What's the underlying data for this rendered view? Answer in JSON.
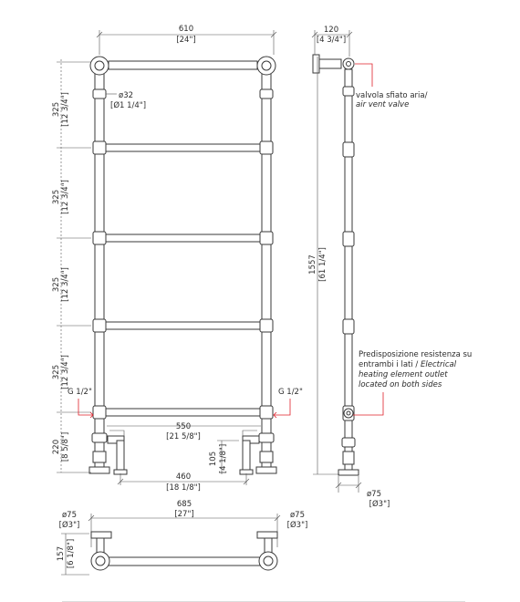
{
  "colors": {
    "line": "#3a3a3a",
    "dim": "#555555",
    "callout": "#e0202a"
  },
  "front_view": {
    "width_mm": "610",
    "width_in": "[24\"]",
    "tube_dia_mm": "ø32",
    "tube_dia_in": "[Ø1 1/4\"]",
    "spacing_mm": "325",
    "spacing_in": "[12 3/4\"]",
    "base_height_mm": "220",
    "base_height_in": "[8 5/8\"]",
    "connection_left": "G 1/2\"",
    "connection_right": "G 1/2\"",
    "center_width_mm": "550",
    "center_width_in": "[21 5/8\"]",
    "valve_height_mm": "105",
    "valve_height_in": "[4 1/8\"]",
    "pipe_center_mm": "460",
    "pipe_center_in": "[18 1/8\"]"
  },
  "side_view": {
    "depth_mm": "120",
    "depth_in": "[4 3/4\"]",
    "height_mm": "1557",
    "height_in": "[61 1/4\"]",
    "foot_dia_mm": "ø75",
    "foot_dia_in": "[Ø3\"]",
    "air_vent_it": "valvola sfiato aria/",
    "air_vent_en": "air vent valve",
    "heating_it_1": "Predisposizione resistenza su",
    "heating_it_2": "entrambi i lati / ",
    "heating_en_1": "Electrical",
    "heating_en_2": "heating element outlet",
    "heating_en_3": "located on both sides"
  },
  "top_view": {
    "width_mm": "685",
    "width_in": "[27\"]",
    "foot_left_mm": "ø75",
    "foot_left_in": "[Ø3\"]",
    "foot_right_mm": "ø75",
    "foot_right_in": "[Ø3\"]",
    "depth_mm": "157",
    "depth_in": "[6 1/8\"]"
  }
}
